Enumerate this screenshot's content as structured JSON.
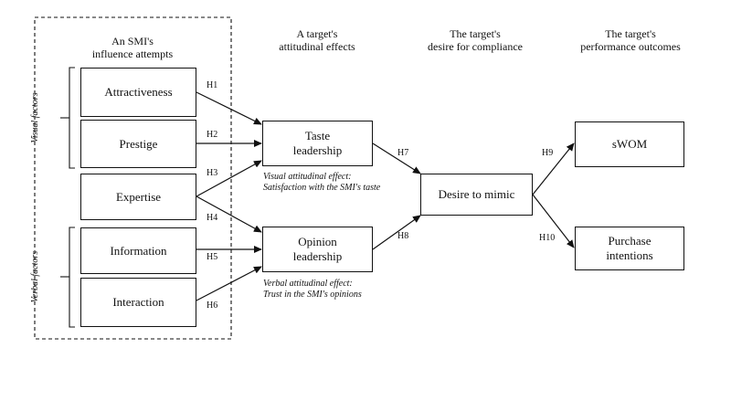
{
  "headers": {
    "influence": [
      "An SMI's",
      "influence attempts"
    ],
    "attitudinal": [
      "A target's",
      "attitudinal effects"
    ],
    "desire": [
      "The target's",
      "desire for compliance"
    ],
    "performance": [
      "The target's",
      "performance outcomes"
    ]
  },
  "groups": {
    "visual": "Visual factors",
    "verbal": "Verbal factors"
  },
  "nodes": {
    "attractiveness": "Attractiveness",
    "prestige": "Prestige",
    "expertise": "Expertise",
    "information": "Information",
    "interaction": "Interaction",
    "taste": [
      "Taste",
      "leadership"
    ],
    "opinion": [
      "Opinion",
      "leadership"
    ],
    "mimic": "Desire to mimic",
    "swom": "sWOM",
    "purchase": [
      "Purchase",
      "intentions"
    ]
  },
  "notes": {
    "visual": [
      "Visual attitudinal effect:",
      "Satisfaction with the SMI's taste"
    ],
    "verbal": [
      "Verbal attitudinal effect:",
      "Trust in the SMI's opinions"
    ]
  },
  "hypotheses": {
    "h1": "H1",
    "h2": "H2",
    "h3": "H3",
    "h4": "H4",
    "h5": "H5",
    "h6": "H6",
    "h7": "H7",
    "h8": "H8",
    "h9": "H9",
    "h10": "H10"
  }
}
